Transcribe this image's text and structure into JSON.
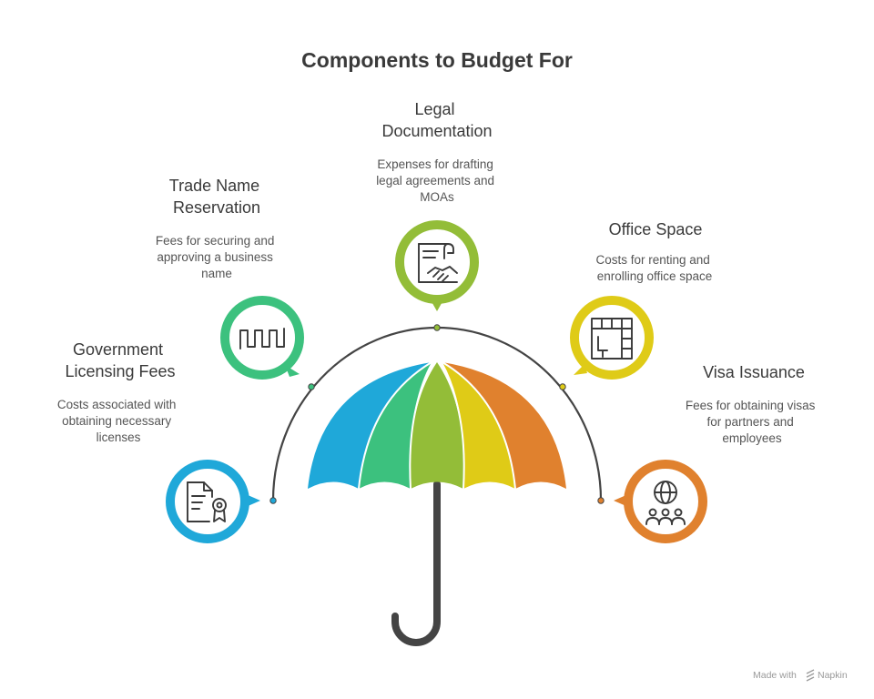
{
  "title": "Components to Budget For",
  "components": [
    {
      "key": "government",
      "title_lines": [
        "Government",
        "Licensing Fees"
      ],
      "desc_lines": [
        "Costs associated with",
        "obtaining necessary",
        "licenses"
      ],
      "color": "#1fa8d9",
      "icon": "certificate-document-icon"
    },
    {
      "key": "trade",
      "title_lines": [
        "Trade Name",
        "Reservation"
      ],
      "desc_lines": [
        "Fees for securing and",
        "approving a business",
        "name"
      ],
      "color": "#3cc17e",
      "icon": "signal-wave-icon"
    },
    {
      "key": "legal",
      "title_lines": [
        "Legal",
        "Documentation"
      ],
      "desc_lines": [
        "Expenses for drafting",
        "legal agreements and",
        "MOAs"
      ],
      "color": "#93bd38",
      "icon": "handshake-contract-icon"
    },
    {
      "key": "office",
      "title_lines": [
        "Office Space"
      ],
      "desc_lines": [
        "Costs for renting and",
        "enrolling office space"
      ],
      "color": "#dfcb17",
      "icon": "floor-plan-icon"
    },
    {
      "key": "visa",
      "title_lines": [
        "Visa Issuance"
      ],
      "desc_lines": [
        "Fees for obtaining visas",
        "for partners and",
        "employees"
      ],
      "color": "#e0812e",
      "icon": "globe-people-icon"
    }
  ],
  "arc_color": "#444444",
  "handle_color": "#444444",
  "footer": {
    "made_with": "Made with",
    "brand": "Napkin"
  }
}
